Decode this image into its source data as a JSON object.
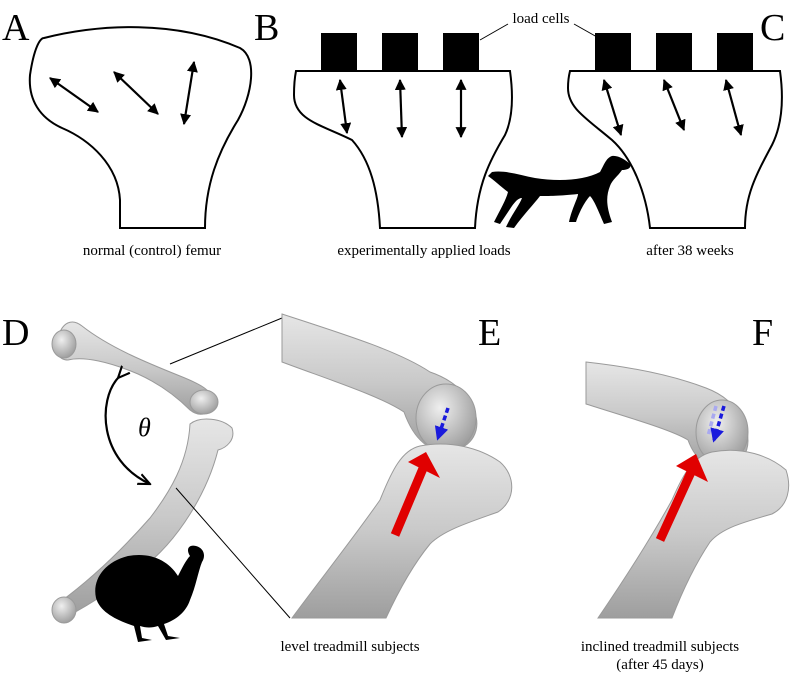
{
  "figure": {
    "panels": [
      {
        "letter": "A",
        "caption": "normal (control) femur"
      },
      {
        "letter": "B",
        "caption": "experimentally applied loads"
      },
      {
        "letter": "C",
        "caption": "after 38 weeks"
      },
      {
        "letter": "D",
        "caption": ""
      },
      {
        "letter": "E",
        "caption": "level treadmill subjects"
      },
      {
        "letter": "F",
        "caption": "inclined treadmill subjects",
        "caption_line2": "(after 45 days)"
      }
    ],
    "load_cells_label": "load cells",
    "angle_label": "θ",
    "icons": [
      "dog-silhouette-icon",
      "guineafowl-silhouette-icon",
      "double-arrow-icon",
      "force-arrow-icon"
    ],
    "colors": {
      "force_arrow": "#e00000",
      "load_vector": "#1a1adc",
      "load_vector_faded": "#a9a9f0",
      "bone": "#c8c8c8",
      "outline": "#000000"
    }
  }
}
